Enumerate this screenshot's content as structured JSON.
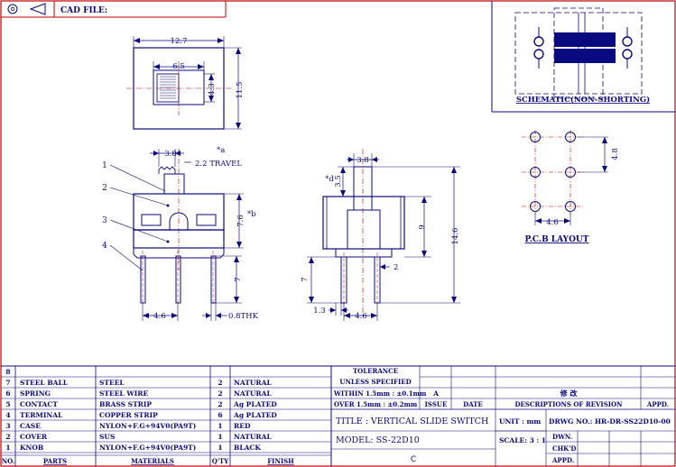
{
  "header": {
    "cad_file": "CAD FILE:"
  },
  "schematic": {
    "caption": "SCHEMATIC(NON-SHORTING)"
  },
  "pcb": {
    "caption": "P.C.B LAYOUT",
    "dim_vertical": "4.8",
    "dim_horizontal": "4.6"
  },
  "top_view": {
    "dim_width": "12.7",
    "dim_knob_width": "6.5",
    "dim_knob_height": "4.3",
    "dim_height": "11.5"
  },
  "front_view": {
    "callouts": [
      "1",
      "2",
      "3",
      "4"
    ],
    "dim_knob": "3.8",
    "dim_travel": "2.2 TRAVEL",
    "note_a": "*a",
    "note_b": "*b",
    "dim_body": "7.6",
    "dim_pin": "7",
    "dim_pitch": "4.6",
    "dim_thk": "0.8THK"
  },
  "side_view": {
    "dim_knob": "3.8",
    "note_d": "*d",
    "dim_knob_h": "3.5",
    "dim_body": "9",
    "dim_total": "14.6",
    "dim_pin": "7",
    "dim_pin_w": "2",
    "dim_offset": "1.3",
    "dim_pitch": "4.6"
  },
  "bom": {
    "columns": [
      "NO.",
      "PARTS",
      "MATERIALS",
      "Q'TY",
      "FINISH"
    ],
    "rows": [
      {
        "no": "8",
        "part": "",
        "material": "",
        "qty": "",
        "finish": ""
      },
      {
        "no": "7",
        "part": "STEEL BALL",
        "material": "STEEL",
        "qty": "2",
        "finish": "NATURAL"
      },
      {
        "no": "6",
        "part": "SPRING",
        "material": "STEEL WIRE",
        "qty": "2",
        "finish": "NATURAL"
      },
      {
        "no": "5",
        "part": "CONTACT",
        "material": "BRASS STRIP",
        "qty": "2",
        "finish": "Ag PLATED"
      },
      {
        "no": "4",
        "part": "TERMINAL",
        "material": "COPPER STRIP",
        "qty": "6",
        "finish": "Ag PLATED"
      },
      {
        "no": "3",
        "part": "CASE",
        "material": "NYLON+F.G+94V0(PA9T)",
        "qty": "1",
        "finish": "RED"
      },
      {
        "no": "2",
        "part": "COVER",
        "material": "SUS",
        "qty": "1",
        "finish": "NATURAL"
      },
      {
        "no": "1",
        "part": "KNOB",
        "material": "NYLON+F.G+94V0(PA9T)",
        "qty": "1",
        "finish": "BLACK"
      }
    ]
  },
  "title_block": {
    "tolerance_title": "TOLERANCE",
    "tolerance_sub": "UNLESS  SPECIFIED",
    "tolerance_within": "WITHIN 1.5mm : ±0.1mm",
    "tolerance_over": "OVER 1.5mm : ±0.2mm",
    "rev_a": "A",
    "issue": "ISSUE",
    "date": "DATE",
    "revision_cn": "修 改",
    "descriptions": "DESCRIPTIONS  OF  REVISION",
    "appd": "APPD.",
    "title": "TITLE :  VERTICAL  SLIDE  SWITCH",
    "model": "MODEL:  SS-22D10",
    "unit": "UNIT :  mm",
    "drwg_no": "DRWG NO.: HR-DR-SS22D10-00",
    "scale": "SCALE:  3 : 1",
    "c": "C",
    "dwn": "DWN.",
    "chkd": "CHK'D",
    "appd2": "APPD."
  }
}
